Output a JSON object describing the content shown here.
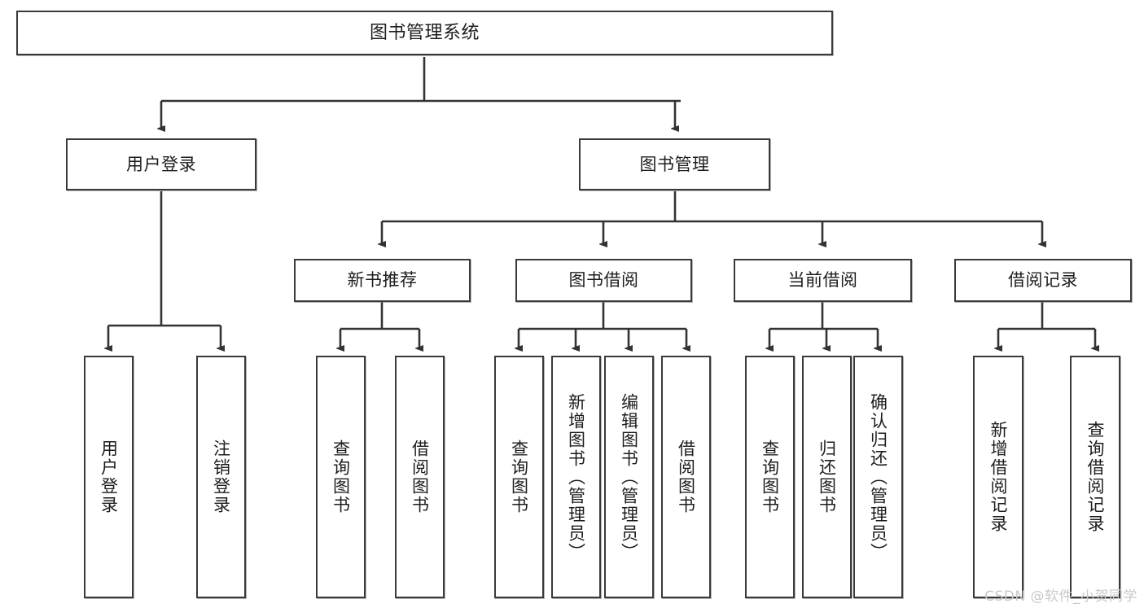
{
  "diagram": {
    "title": "图书管理系统",
    "type": "tree-hierarchy",
    "watermark": "CSDN @软件_小贺同学",
    "colors": {
      "box_border": "#3a3a3a",
      "box_fill": "#ffffff",
      "edge": "#333333",
      "text": "#1d1d1d",
      "watermark": "#c9c9c9"
    }
  },
  "nodes": {
    "root": {
      "label": "图书管理系统"
    },
    "level2": [
      {
        "label": "用户登录"
      },
      {
        "label": "图书管理"
      }
    ],
    "level3": [
      {
        "label": "新书推荐"
      },
      {
        "label": "图书借阅"
      },
      {
        "label": "当前借阅"
      },
      {
        "label": "借阅记录"
      }
    ],
    "leaves": {
      "user_login": [
        {
          "label": "用户登录"
        },
        {
          "label": "注销登录"
        }
      ],
      "new_book": [
        {
          "label": "查询图书"
        },
        {
          "label": "借阅图书"
        }
      ],
      "book_borrow": [
        {
          "label": "查询图书"
        },
        {
          "label": "新增图书（管理员）"
        },
        {
          "label": "编辑图书（管理员）"
        },
        {
          "label": "借阅图书"
        }
      ],
      "current_borrow": [
        {
          "label": "查询图书"
        },
        {
          "label": "归还图书"
        },
        {
          "label": "确认归还（管理员）"
        }
      ],
      "borrow_record": [
        {
          "label": "新增借阅记录"
        },
        {
          "label": "查询借阅记录"
        }
      ]
    }
  }
}
